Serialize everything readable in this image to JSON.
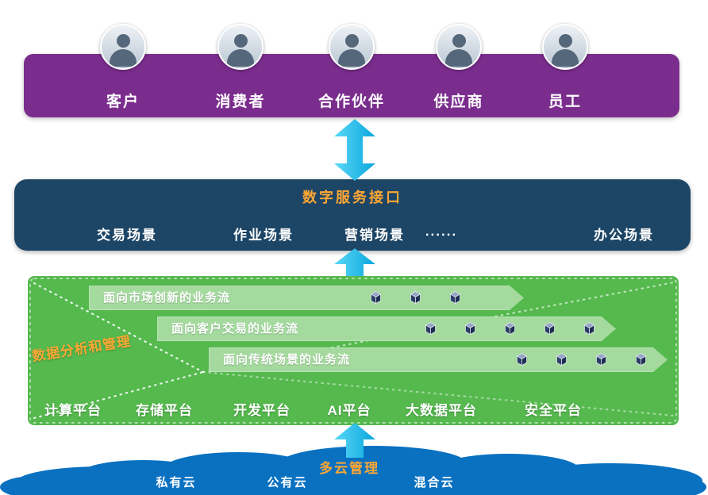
{
  "stakeholders": {
    "items": [
      {
        "label": "客户"
      },
      {
        "label": "消费者"
      },
      {
        "label": "合作伙伴"
      },
      {
        "label": "供应商"
      },
      {
        "label": "员工"
      }
    ]
  },
  "service_interface": {
    "title": "数字服务接口",
    "scenes": [
      "交易场景",
      "作业场景",
      "营销场景",
      "......",
      "办公场景"
    ]
  },
  "platform": {
    "side_label": "数据分析和管理",
    "flows": [
      {
        "label": "面向市场创新的业务流",
        "cubes": 3
      },
      {
        "label": "面向客户交易的业务流",
        "cubes": 5
      },
      {
        "label": "面向传统场景的业务流",
        "cubes": 4
      }
    ],
    "platforms": [
      "计算平台",
      "存储平台",
      "开发平台",
      "AI平台",
      "大数据平台",
      "安全平台"
    ]
  },
  "cloud": {
    "title": "多云管理",
    "items": [
      "私有云",
      "公有云",
      "混合云"
    ]
  },
  "colors": {
    "purple": "#7B2D8E",
    "dark-blue": "#1C4566",
    "green": "#55B94E",
    "light-green": "#A4DA9E",
    "cyan": "#14B4E8",
    "cloud-blue": "#0A71C1",
    "orange": "#FFA733"
  }
}
